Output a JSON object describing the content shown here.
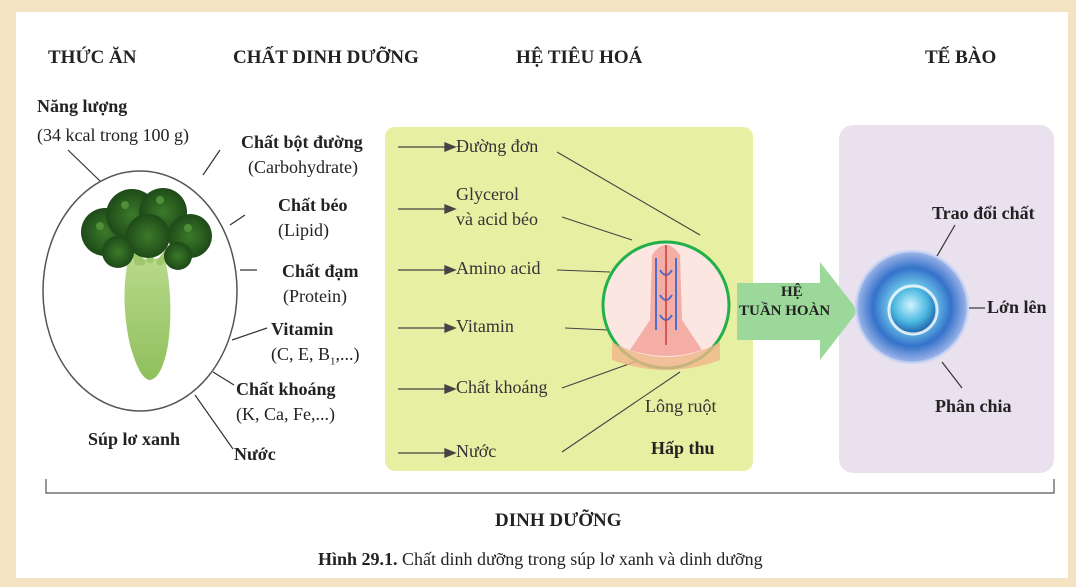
{
  "headers": {
    "food": "THỨC ĂN",
    "nutrients": "CHẤT DINH DƯỠNG",
    "digestive": "HỆ TIÊU HOÁ",
    "cell": "TẾ BÀO"
  },
  "energy": {
    "label": "Năng lượng",
    "value": "(34 kcal trong 100 g)"
  },
  "food_name": "Súp lơ xanh",
  "nutrients": [
    {
      "name": "Chất bột đường",
      "sub": "(Carbohydrate)"
    },
    {
      "name": "Chất béo",
      "sub": "(Lipid)"
    },
    {
      "name": "Chất đạm",
      "sub": "(Protein)"
    },
    {
      "name": "Vitamin",
      "sub": "(C, E, B",
      "sub_index": "1",
      "sub_tail": ",...)"
    },
    {
      "name": "Chất khoáng",
      "sub": "(K, Ca, Fe,...)"
    },
    {
      "name": "Nước",
      "sub": ""
    }
  ],
  "absorbed": [
    {
      "line1": "Đường đơn",
      "line2": ""
    },
    {
      "line1": "Glycerol",
      "line2": "và acid béo"
    },
    {
      "line1": "Amino acid",
      "line2": ""
    },
    {
      "line1": "Vitamin",
      "line2": ""
    },
    {
      "line1": "Chất khoáng",
      "line2": ""
    },
    {
      "line1": "Nước",
      "line2": ""
    }
  ],
  "villus_label": "Lông ruột",
  "absorption_label": "Hấp thu",
  "circulation": {
    "line1": "HỆ",
    "line2": "TUẦN HOÀN"
  },
  "cell_processes": [
    "Trao đổi chất",
    "Lớn lên",
    "Phân chia"
  ],
  "bottom_label": "DINH DƯỠNG",
  "caption": {
    "prefix": "Hình 29.1.",
    "text": " Chất dinh dưỡng trong súp lơ xanh và dinh dưỡng"
  },
  "colors": {
    "digestive_box": "#e7efa3",
    "cell_box": "#e9e1ee",
    "villus_ring": "#22b04a",
    "circulation_arrow": "#9bd89a",
    "background": "#f4e3c3"
  }
}
